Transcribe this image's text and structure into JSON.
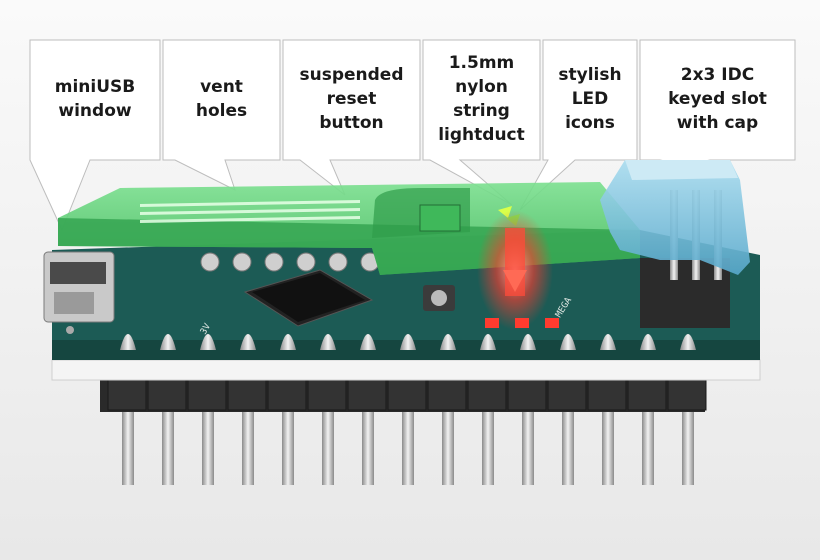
{
  "callouts": [
    {
      "id": "miniusb-window",
      "lines": [
        "miniUSB",
        "window"
      ]
    },
    {
      "id": "vent-holes",
      "lines": [
        "vent",
        "holes"
      ]
    },
    {
      "id": "suspended-reset-button",
      "lines": [
        "suspended",
        "reset",
        "button"
      ]
    },
    {
      "id": "nylon-lightduct",
      "lines": [
        "1.5mm",
        "nylon",
        "string",
        "lightduct"
      ]
    },
    {
      "id": "stylish-led-icons",
      "lines": [
        "stylish",
        "LED",
        "icons"
      ]
    },
    {
      "id": "idc-keyed-slot",
      "lines": [
        "2x3 IDC",
        "keyed slot",
        "with cap"
      ]
    }
  ],
  "colors": {
    "case_green": "#4fce6a",
    "case_green_dark": "#2f9c4a",
    "pcb": "#1c5b55",
    "cap_blue": "#6cbfdf",
    "led_red": "#ff3b2f",
    "pin_silver": "#d9d9d9",
    "header_black": "#2a2a2a"
  },
  "icons": [
    "usb-connector-icon",
    "microcontroller-chip-icon",
    "led-icon",
    "reset-button-icon",
    "idc-header-icon"
  ]
}
